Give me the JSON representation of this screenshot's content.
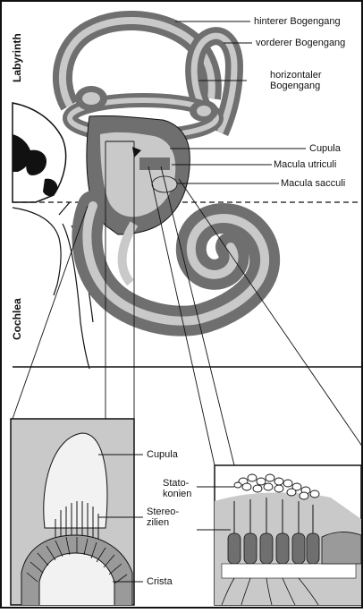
{
  "regions": {
    "labyrinth": "Labyrinth",
    "cochlea": "Cochlea"
  },
  "labels": {
    "posterior_canal": "hinterer Bogengang",
    "anterior_canal": "vorderer Bogengang",
    "horizontal_canal_line1": "horizontaler",
    "horizontal_canal_line2": "Bogengang",
    "cupula": "Cupula",
    "macula_utriculi": "Macula utriculi",
    "macula_sacculi": "Macula sacculi"
  },
  "inset_crista": {
    "cupula": "Cupula",
    "stereozilien_line1": "Stereo-",
    "stereozilien_line2": "zilien",
    "crista": "Crista"
  },
  "inset_macula": {
    "statokonien_line1": "Stato-",
    "statokonien_line2": "konien"
  },
  "colors": {
    "tissue_dark": "#6f6f6f",
    "tissue_light": "#c9c9c9",
    "tissue_mid": "#9a9a9a",
    "line": "#111111"
  }
}
